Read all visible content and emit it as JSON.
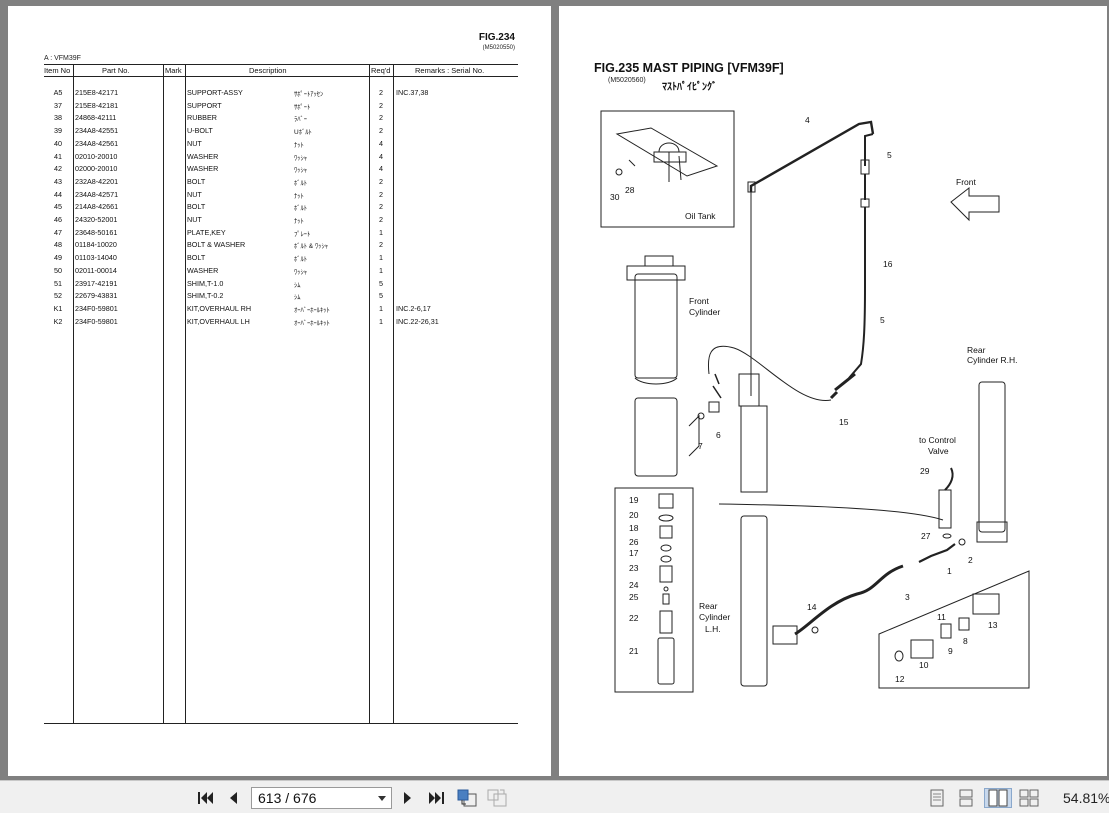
{
  "left_page": {
    "fig_title": "FIG.234",
    "fig_code": "(M5020550)",
    "model": "A : VFM39F",
    "headers": {
      "item": "Item No",
      "part": "Part No.",
      "mark": "Mark",
      "desc": "Description",
      "req": "Req'd",
      "remarks": "Remarks : Serial No."
    },
    "rows": [
      {
        "item": "A5",
        "part": "215E8-42171",
        "desc": "SUPPORT-ASSY",
        "jp": "ｻﾎﾟｰﾄｱｯｾﾝ",
        "req": "2",
        "remarks": "INC.37,38"
      },
      {
        "item": "37",
        "part": "215E8-42181",
        "desc": "SUPPORT",
        "jp": "ｻﾎﾟｰﾄ",
        "req": "2",
        "remarks": ""
      },
      {
        "item": "38",
        "part": "24868-42111",
        "desc": "RUBBER",
        "jp": "ﾗﾊﾞｰ",
        "req": "2",
        "remarks": ""
      },
      {
        "item": "39",
        "part": "234A8-42551",
        "desc": "U-BOLT",
        "jp": "Uﾎﾞﾙﾄ",
        "req": "2",
        "remarks": ""
      },
      {
        "item": "40",
        "part": "234A8-42561",
        "desc": "NUT",
        "jp": "ﾅｯﾄ",
        "req": "4",
        "remarks": ""
      },
      {
        "item": "41",
        "part": "02010-20010",
        "desc": "WASHER",
        "jp": "ﾜｯｼｬ",
        "req": "4",
        "remarks": ""
      },
      {
        "item": "42",
        "part": "02000-20010",
        "desc": "WASHER",
        "jp": "ﾜｯｼｬ",
        "req": "4",
        "remarks": ""
      },
      {
        "item": "43",
        "part": "232A8-42201",
        "desc": "BOLT",
        "jp": "ﾎﾞﾙﾄ",
        "req": "2",
        "remarks": ""
      },
      {
        "item": "44",
        "part": "234A8-42571",
        "desc": "NUT",
        "jp": "ﾅｯﾄ",
        "req": "2",
        "remarks": ""
      },
      {
        "item": "45",
        "part": "214A8-42661",
        "desc": "BOLT",
        "jp": "ﾎﾞﾙﾄ",
        "req": "2",
        "remarks": ""
      },
      {
        "item": "46",
        "part": "24320-52001",
        "desc": "NUT",
        "jp": "ﾅｯﾄ",
        "req": "2",
        "remarks": ""
      },
      {
        "item": "47",
        "part": "23648-50161",
        "desc": "PLATE,KEY",
        "jp": "ﾌﾟﾚｰﾄ",
        "req": "1",
        "remarks": ""
      },
      {
        "item": "48",
        "part": "01184-10020",
        "desc": "BOLT & WASHER",
        "jp": "ﾎﾞﾙﾄ & ﾜｯｼｬ",
        "req": "2",
        "remarks": ""
      },
      {
        "item": "49",
        "part": "01103-14040",
        "desc": "BOLT",
        "jp": "ﾎﾞﾙﾄ",
        "req": "1",
        "remarks": ""
      },
      {
        "item": "50",
        "part": "02011-00014",
        "desc": "WASHER",
        "jp": "ﾜｯｼｬ",
        "req": "1",
        "remarks": ""
      },
      {
        "item": "51",
        "part": "23917-42191",
        "desc": "SHIM,T-1.0",
        "jp": "ｼﾑ",
        "req": "5",
        "remarks": ""
      },
      {
        "item": "52",
        "part": "22679-43831",
        "desc": "SHIM,T-0.2",
        "jp": "ｼﾑ",
        "req": "5",
        "remarks": ""
      },
      {
        "item": "K1",
        "part": "234F0-59801",
        "desc": "KIT,OVERHAUL RH",
        "jp": "ｵｰﾊﾞｰﾎｰﾙｷｯﾄ",
        "req": "1",
        "remarks": "INC.2-6,17"
      },
      {
        "item": "K2",
        "part": "234F0-59801",
        "desc": "KIT,OVERHAUL LH",
        "jp": "ｵｰﾊﾞｰﾎｰﾙｷｯﾄ",
        "req": "1",
        "remarks": "INC.22-26,31"
      }
    ]
  },
  "right_page": {
    "fig_title": "FIG.235    MAST PIPING [VFM39F]",
    "fig_code": "(M5020560)",
    "fig_jp": "ﾏｽﾄﾊﾟｲﾋﾟﾝｸﾞ",
    "labels": {
      "oil_tank": "Oil Tank",
      "front": "Front",
      "front_cylinder_1": "Front",
      "front_cylinder_2": "Cylinder",
      "rear_rh_1": "Rear",
      "rear_rh_2": "Cylinder R.H.",
      "control_1": "to Control",
      "control_2": "Valve",
      "rear_lh_1": "Rear",
      "rear_lh_2": "Cylinder",
      "rear_lh_3": "L.H."
    },
    "callouts": {
      "n4": "4",
      "n5a": "5",
      "n5b": "5",
      "n16": "16",
      "n15": "15",
      "n6": "6",
      "n7": "7",
      "n28": "28",
      "n30": "30",
      "n29": "29",
      "n27": "27",
      "n1": "1",
      "n2": "2",
      "n3": "3",
      "n14": "14",
      "n11": "11",
      "n13": "13",
      "n9": "9",
      "n8": "8",
      "n10": "10",
      "n12": "12",
      "n19": "19",
      "n20": "20",
      "n18": "18",
      "n26": "26",
      "n17": "17",
      "n23": "23",
      "n24": "24",
      "n25": "25",
      "n22": "22",
      "n21": "21"
    }
  },
  "toolbar": {
    "page_indicator": "613 / 676",
    "zoom": "54.81%"
  }
}
